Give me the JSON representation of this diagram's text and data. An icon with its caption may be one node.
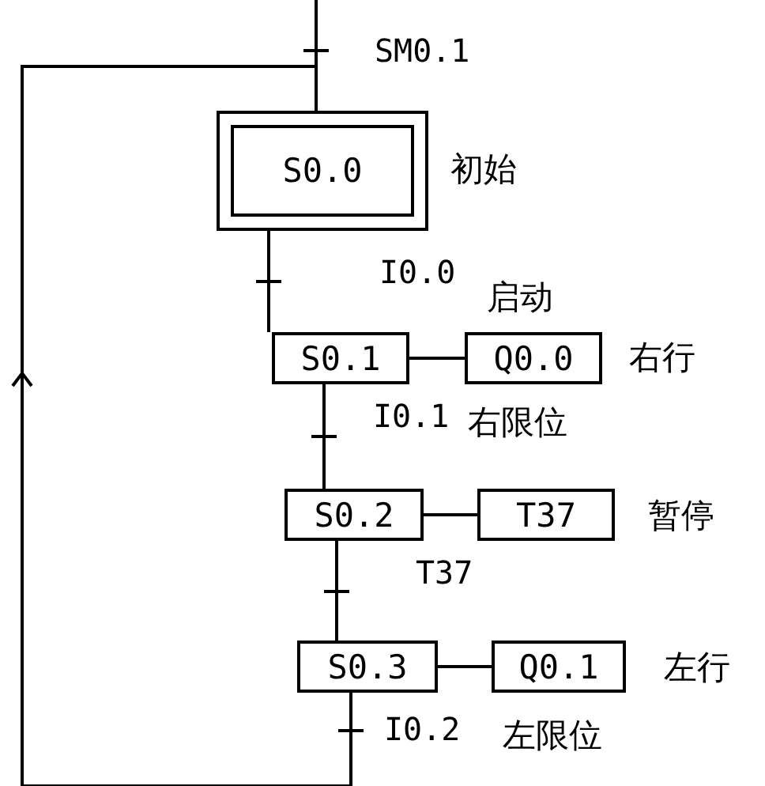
{
  "diagram": {
    "nodes": [
      {
        "text": [
          "S0.0"
        ],
        "beside": [
          "初始"
        ]
      },
      {
        "text": [
          "S0.1"
        ]
      },
      {
        "text": [
          "Q0.0"
        ],
        "beside": [
          "右行"
        ]
      },
      {
        "text": [
          "S0.2"
        ]
      },
      {
        "text": [
          "T37"
        ],
        "beside": [
          "暂停"
        ]
      },
      {
        "text": [
          "S0.3"
        ]
      },
      {
        "text": [
          "Q0.1"
        ],
        "beside": [
          "左行"
        ]
      }
    ],
    "edges": [
      {
        "from": null,
        "to": 0,
        "arrow": "none",
        "label": "SM0.1"
      },
      {
        "from": 0,
        "to": 1,
        "arrow": "none",
        "label": "I0.0"
      },
      {
        "from": 1,
        "to": 2,
        "arrow": "none"
      },
      {
        "from": 1,
        "to": 3,
        "arrow": "none",
        "label": "I0.1"
      },
      {
        "from": 3,
        "to": 4,
        "arrow": "none"
      },
      {
        "from": 3,
        "to": 5,
        "arrow": "none",
        "label": "T37"
      },
      {
        "from": 5,
        "to": 6,
        "arrow": "none"
      },
      {
        "from": 5,
        "to": 0,
        "arrow": "to",
        "label": "I0.2"
      }
    ],
    "labels": [
      "启动",
      "右限位",
      "左限位"
    ]
  }
}
